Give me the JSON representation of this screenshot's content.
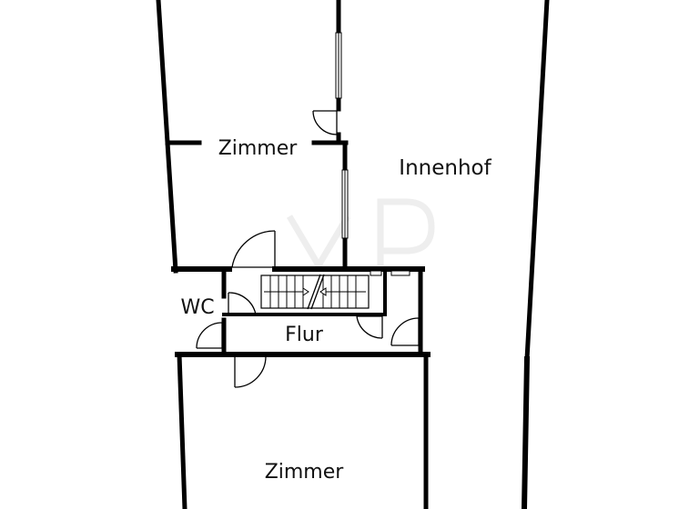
{
  "rooms": {
    "zimmer_top": "Zimmer",
    "innenhof": "Innenhof",
    "wc": "WC",
    "flur": "Flur",
    "zimmer_bottom": "Zimmer"
  },
  "colors": {
    "wall": "#000000",
    "background": "#ffffff",
    "watermark": "#eeeeee"
  }
}
